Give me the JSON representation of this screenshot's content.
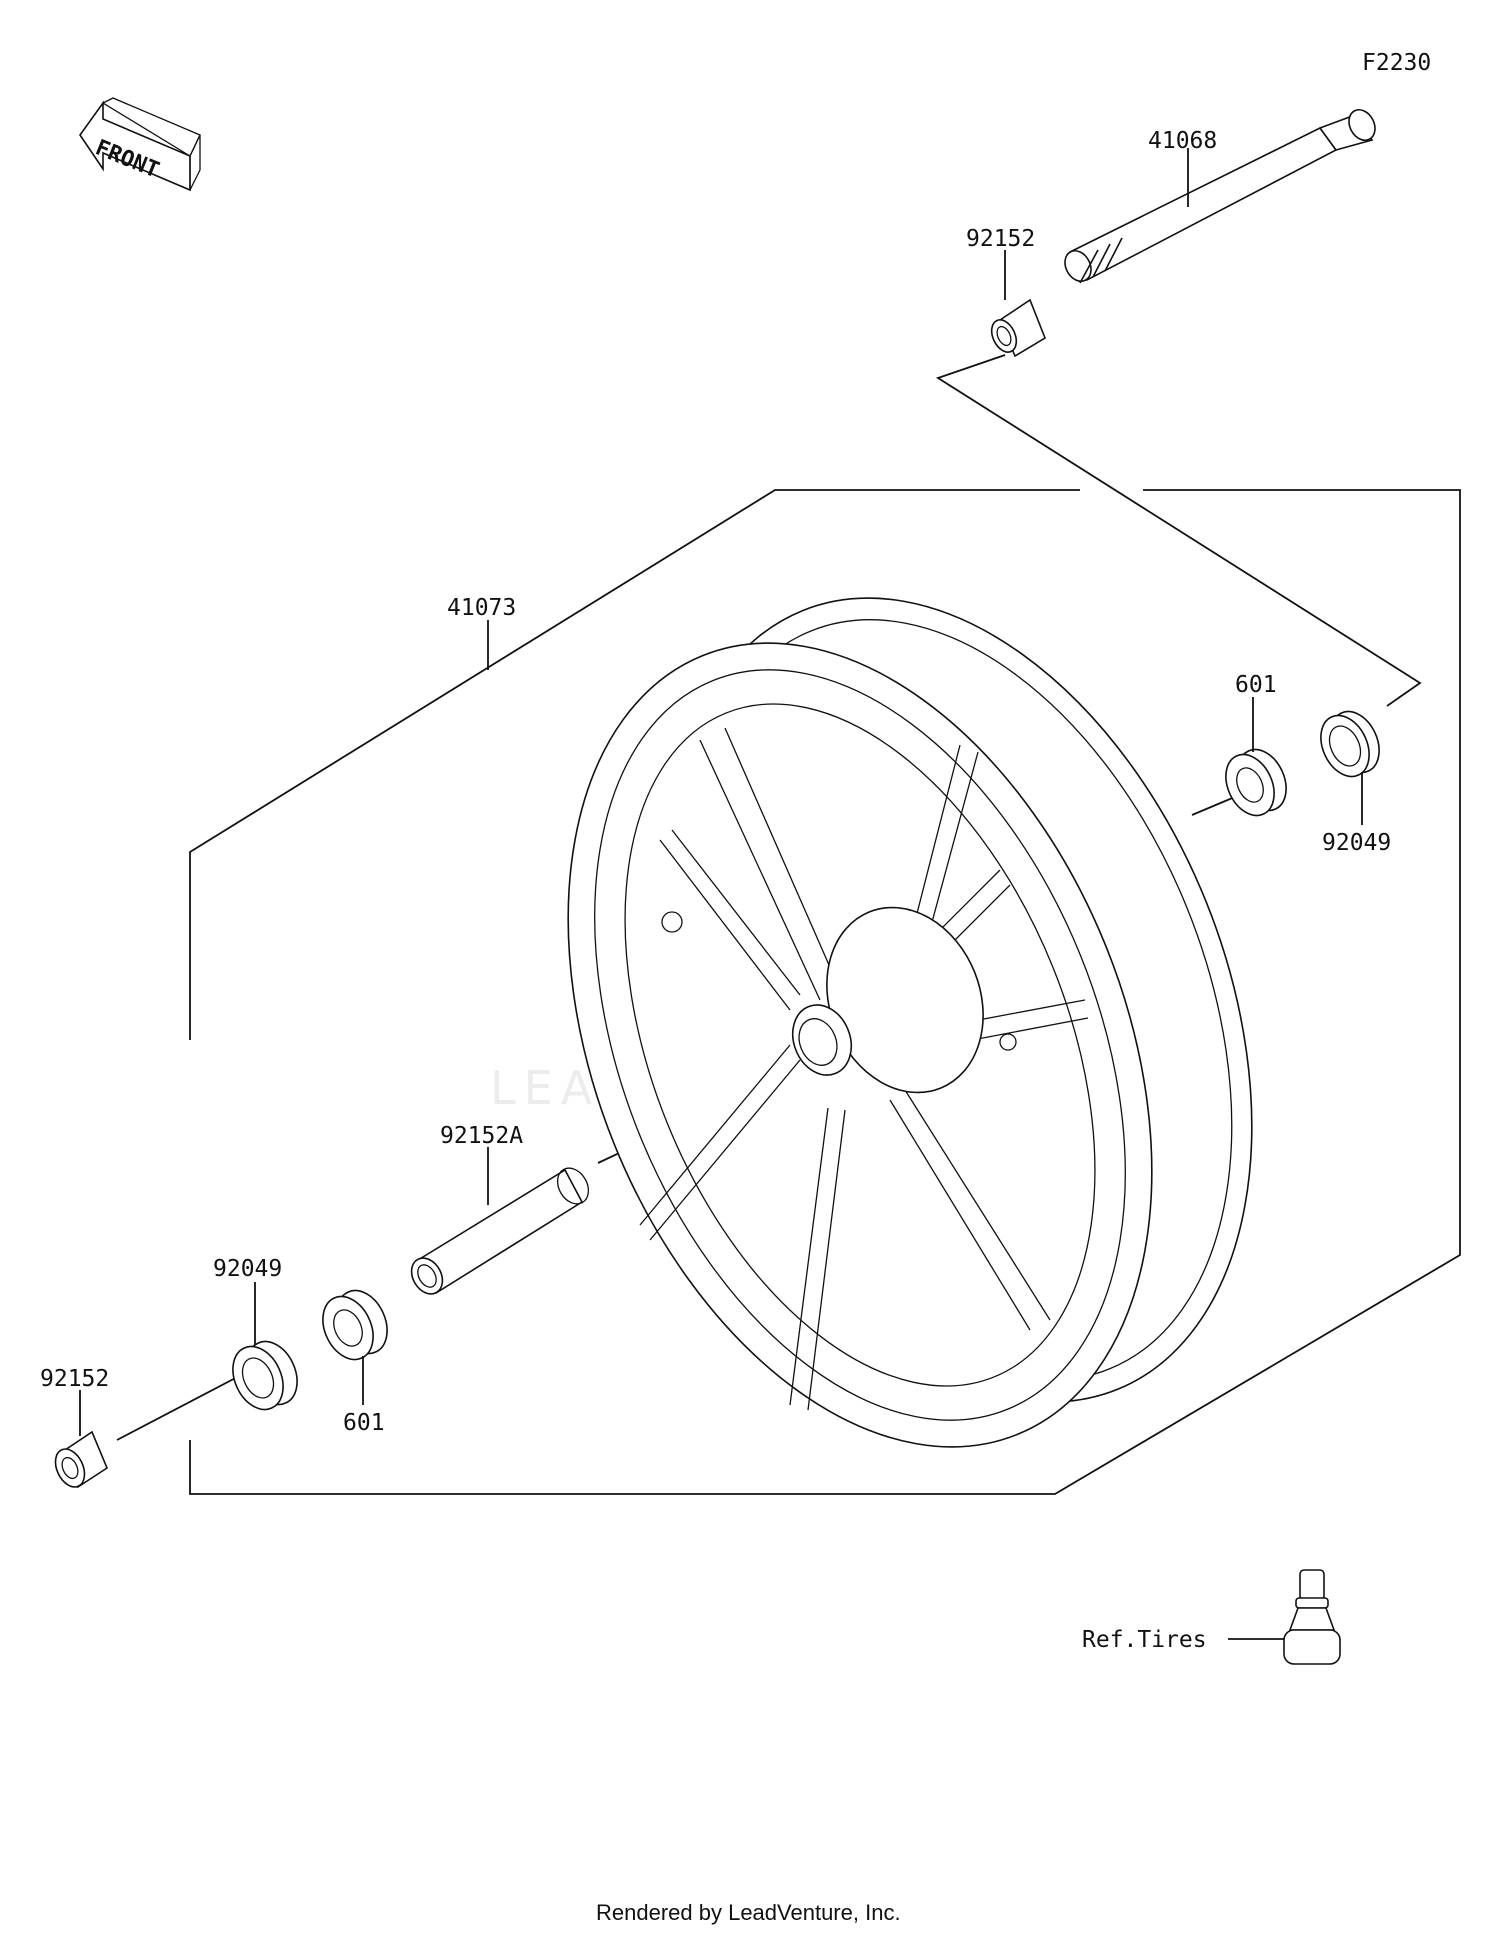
{
  "diagram_code": "F2230",
  "front_label": "FRONT",
  "parts": {
    "axle": "41068",
    "collar_top": "92152",
    "wheel": "41073",
    "bearing_right": "601",
    "seal_right": "92049",
    "spacer": "92152A",
    "seal_left": "92049",
    "collar_left": "92152",
    "bearing_left": "601"
  },
  "ref_tires": "Ref.Tires",
  "footer": "Rendered by LeadVenture, Inc.",
  "watermark": "LEADVENTURE"
}
